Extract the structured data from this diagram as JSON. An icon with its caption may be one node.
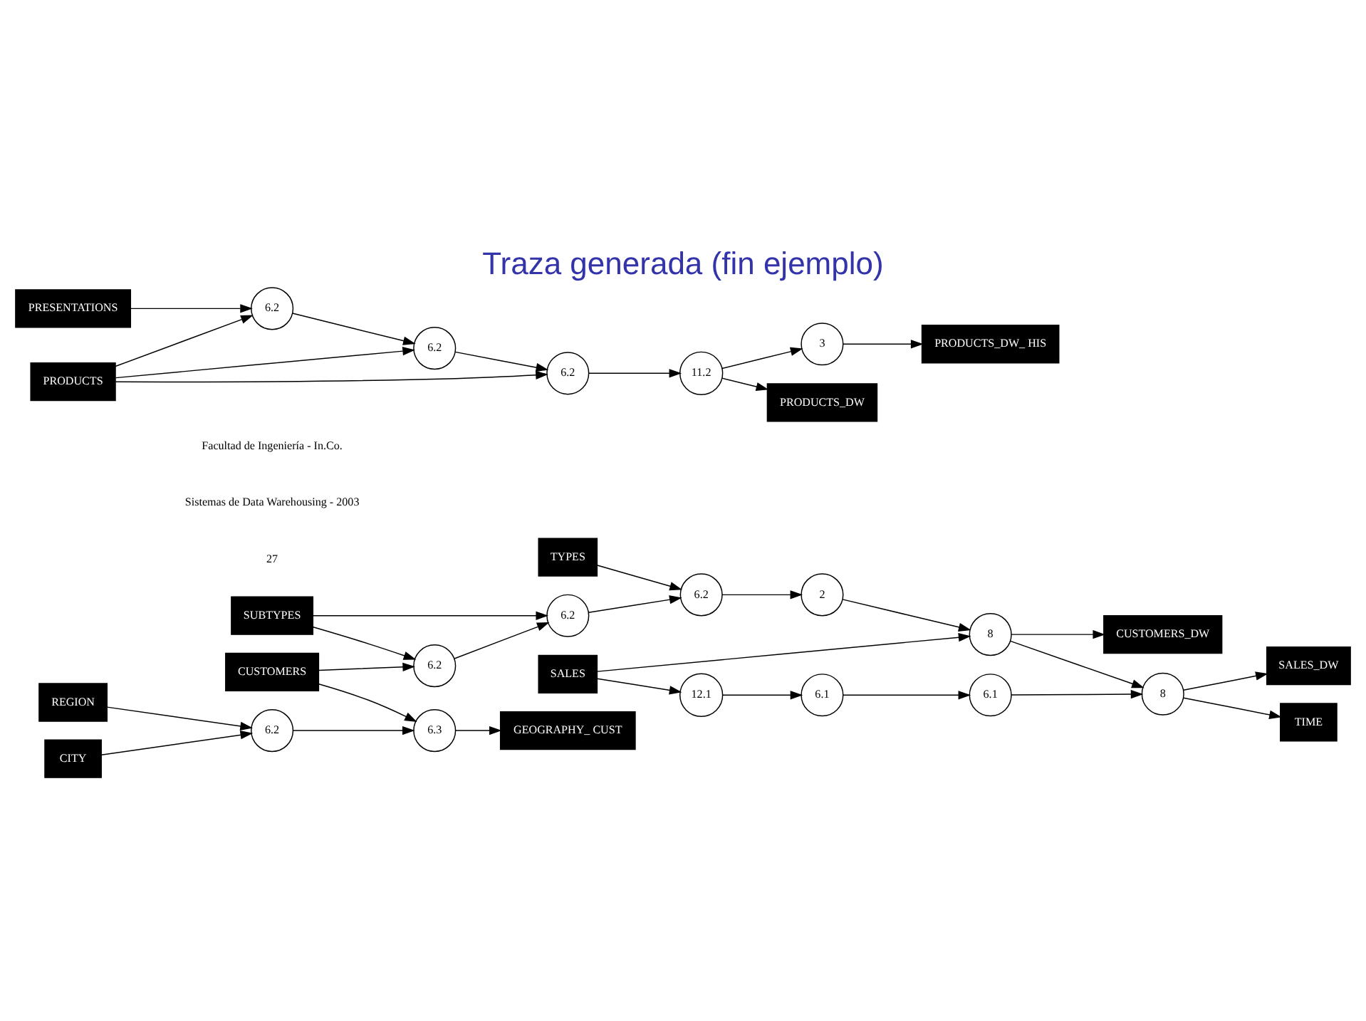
{
  "diagram": {
    "title": "Traza generada (fin ejemplo)",
    "nodes": [
      {
        "text": [
          "TYPES"
        ]
      },
      {
        "text": [
          "SUBTYPES"
        ]
      },
      {
        "text": [
          "CUSTOMERS"
        ]
      },
      {
        "text": [
          "REGION"
        ]
      },
      {
        "text": [
          "CITY"
        ]
      },
      {
        "text": [
          "SALES"
        ]
      },
      {
        "text": [
          "PRESENTATIONS"
        ]
      },
      {
        "text": [
          "PRODUCTS"
        ]
      },
      {
        "text": [
          "6.2"
        ]
      },
      {
        "text": [
          "6.2"
        ]
      },
      {
        "text": [
          "6.2"
        ]
      },
      {
        "text": [
          "2"
        ]
      },
      {
        "text": [
          "8"
        ]
      },
      {
        "text": [
          "8"
        ]
      },
      {
        "text": [
          "6.2"
        ]
      },
      {
        "text": [
          "12.1"
        ]
      },
      {
        "text": [
          "6.1"
        ]
      },
      {
        "text": [
          "6.1"
        ]
      },
      {
        "text": [
          "6.3"
        ]
      },
      {
        "text": [
          "6.2"
        ]
      },
      {
        "text": [
          "6.2"
        ]
      },
      {
        "text": [
          "6.2"
        ]
      },
      {
        "text": [
          "11.2"
        ]
      },
      {
        "text": [
          "3"
        ]
      },
      {
        "text": [
          "CUSTOMERS_DW"
        ]
      },
      {
        "text": [
          "SALES_DW"
        ]
      },
      {
        "text": [
          "TIME"
        ]
      },
      {
        "text": [
          "GEOGRAPHY_ CUST"
        ]
      },
      {
        "text": [
          "PRODUCTS_DW"
        ]
      },
      {
        "text": [
          "PRODUCTS_DW_ HIS"
        ]
      }
    ],
    "edges": [
      {
        "from": 0,
        "to": 10,
        "arrow": "to"
      },
      {
        "from": 1,
        "to": 9,
        "arrow": "to"
      },
      {
        "from": 1,
        "to": 8,
        "arrow": "to"
      },
      {
        "from": 2,
        "to": 8,
        "arrow": "to"
      },
      {
        "from": 8,
        "to": 9,
        "arrow": "to"
      },
      {
        "from": 9,
        "to": 10,
        "arrow": "to"
      },
      {
        "from": 10,
        "to": 11,
        "arrow": "to"
      },
      {
        "from": 11,
        "to": 12,
        "arrow": "to"
      },
      {
        "from": 12,
        "to": 24,
        "arrow": "to"
      },
      {
        "from": 12,
        "to": 13,
        "arrow": "to"
      },
      {
        "from": 13,
        "to": 25,
        "arrow": "to"
      },
      {
        "from": 13,
        "to": 26,
        "arrow": "to"
      },
      {
        "from": 5,
        "to": 12,
        "arrow": "to"
      },
      {
        "from": 2,
        "to": 18,
        "arrow": "to"
      },
      {
        "from": 3,
        "to": 14,
        "arrow": "to"
      },
      {
        "from": 4,
        "to": 14,
        "arrow": "to"
      },
      {
        "from": 14,
        "to": 18,
        "arrow": "to"
      },
      {
        "from": 18,
        "to": 27,
        "arrow": "to"
      },
      {
        "from": 5,
        "to": 15,
        "arrow": "to"
      },
      {
        "from": 15,
        "to": 16,
        "arrow": "to"
      },
      {
        "from": 16,
        "to": 17,
        "arrow": "to"
      },
      {
        "from": 17,
        "to": 13,
        "arrow": "to"
      },
      {
        "from": 6,
        "to": 19,
        "arrow": "to"
      },
      {
        "from": 7,
        "to": 19,
        "arrow": "to"
      },
      {
        "from": 19,
        "to": 20,
        "arrow": "to"
      },
      {
        "from": 7,
        "to": 20,
        "arrow": "to"
      },
      {
        "from": 7,
        "to": 21,
        "arrow": "to"
      },
      {
        "from": 20,
        "to": 21,
        "arrow": "to"
      },
      {
        "from": 21,
        "to": 22,
        "arrow": "to"
      },
      {
        "from": 22,
        "to": 28,
        "arrow": "to"
      },
      {
        "from": 22,
        "to": 23,
        "arrow": "to"
      },
      {
        "from": 23,
        "to": 29,
        "arrow": "to"
      }
    ],
    "labels": [
      "Facultad de Ingeniería - In.Co.",
      "Sistemas de Data Warehousing - 2003",
      "27"
    ]
  }
}
